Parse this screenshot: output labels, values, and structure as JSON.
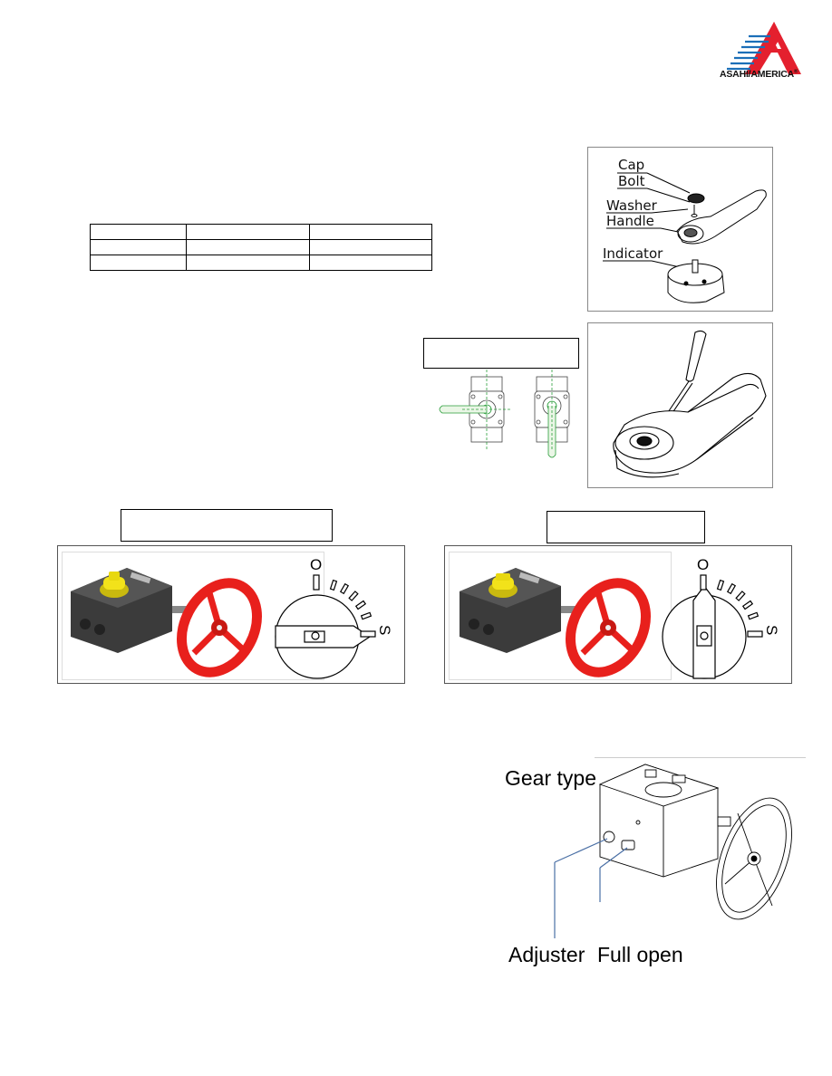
{
  "logo": {
    "text": "ASAHI/AMERICA",
    "registered": "®",
    "brand_red": "#e4202e",
    "brand_blue": "#1b6fb8"
  },
  "spec_table": {
    "rows": [
      [
        "",
        "",
        ""
      ],
      [
        "",
        "",
        ""
      ],
      [
        "",
        "",
        ""
      ]
    ]
  },
  "handle_diagram": {
    "labels": [
      "Cap",
      "Bolt",
      "Washer",
      "Handle",
      "Indicator"
    ]
  },
  "gear_dial": {
    "open_mark": "O",
    "shut_mark": "S"
  },
  "gear_diagram": {
    "title": "Gear type",
    "label_adjuster": "Adjuster",
    "label_full_open": "Full open"
  },
  "colors": {
    "handwheel": "#e8201c",
    "gear_body": "#3b3b3b",
    "indicator": "#f2e21a",
    "valve_line": "#2a9d3a"
  }
}
